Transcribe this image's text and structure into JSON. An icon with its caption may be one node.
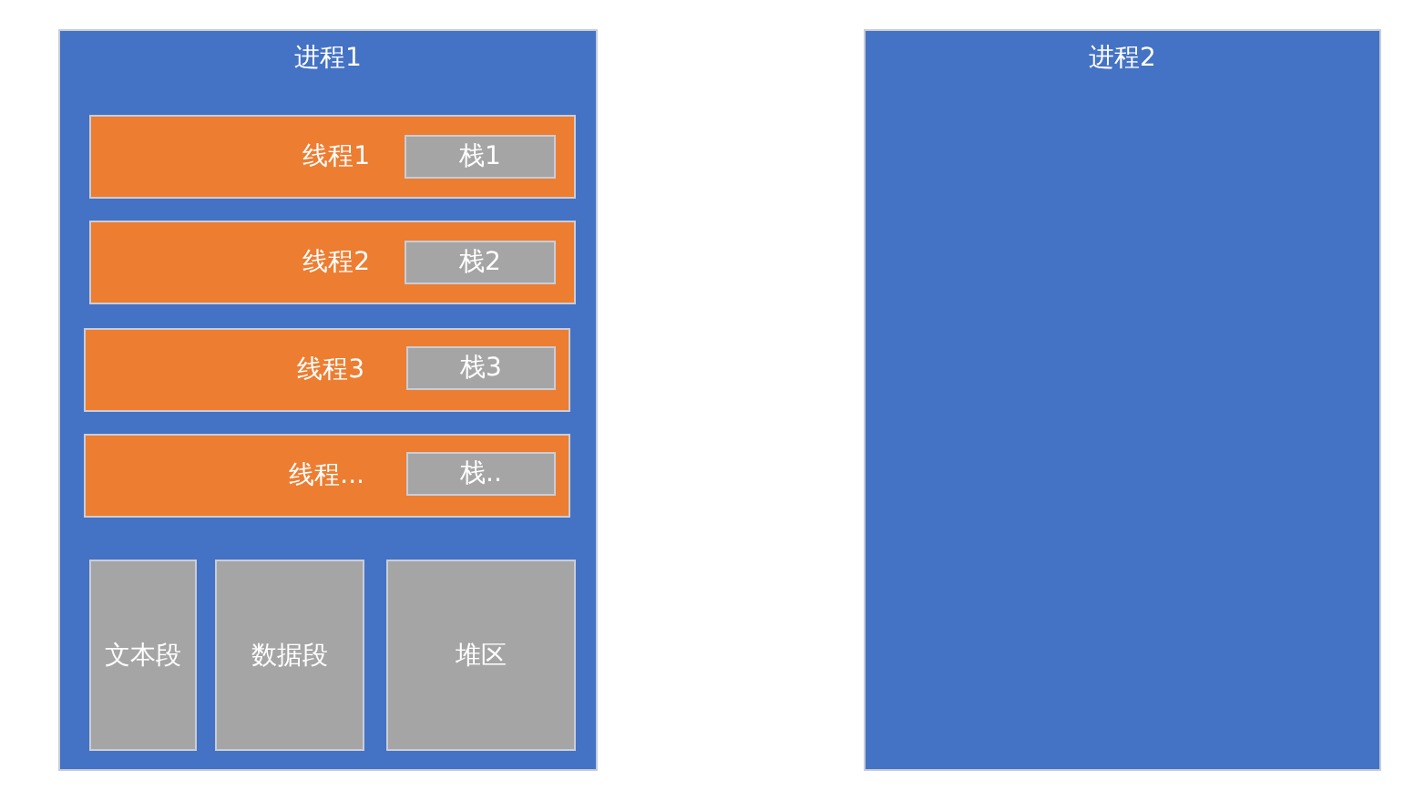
{
  "diagram": {
    "nodes": [
      {
        "text": [
          "进程1"
        ]
      },
      {
        "text": [
          "线程1"
        ],
        "in": 0
      },
      {
        "text": [
          "栈1"
        ],
        "in": 1
      },
      {
        "text": [
          "线程2"
        ],
        "in": 0
      },
      {
        "text": [
          "栈2"
        ],
        "in": 3
      },
      {
        "text": [
          "线程3"
        ],
        "in": 0
      },
      {
        "text": [
          "栈3"
        ],
        "in": 5
      },
      {
        "text": [
          "线程..."
        ],
        "in": 0
      },
      {
        "text": [
          "栈.."
        ],
        "in": 7
      },
      {
        "text": [
          "文本段"
        ],
        "in": 0
      },
      {
        "text": [
          "数据段"
        ],
        "in": 0
      },
      {
        "text": [
          "堆区"
        ],
        "in": 0
      },
      {
        "text": [
          "进程2"
        ]
      }
    ]
  }
}
